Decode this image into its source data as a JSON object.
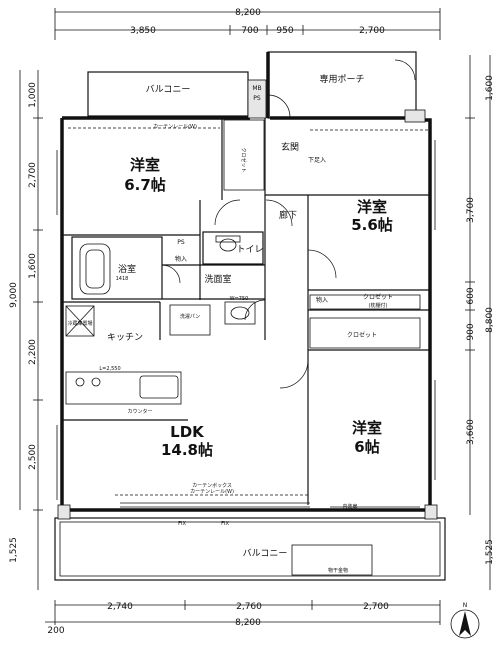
{
  "dimensions": {
    "top_total": "8,200",
    "top_segments": [
      "3,850",
      "700",
      "950",
      "2,700"
    ],
    "bottom_total": "8,200",
    "bottom_segments": [
      "2,740",
      "2,760",
      "2,700"
    ],
    "bottom_offset": "200",
    "left_total": "9,000",
    "left_segments": [
      "1,000",
      "2,700",
      "1,600",
      "2,200",
      "2,500",
      "1,525"
    ],
    "right_total": "8,800",
    "right_segments": [
      "1,600",
      "3,700",
      "600",
      "900",
      "3,600",
      "1,525"
    ]
  },
  "rooms": {
    "balcony_top": "バルコニー",
    "mb_ps": "MB\nPS",
    "private_porch": "専用ポーチ",
    "western_a_name": "洋室",
    "western_a_size": "6.7帖",
    "entrance": "玄関",
    "western_b_name": "洋室",
    "western_b_size": "5.6帖",
    "corridor": "廊下",
    "bath": "浴室",
    "bath_size": "1418",
    "toilet": "トイレ",
    "washroom": "洗面室",
    "storage": "物入",
    "kitchen": "キッチン",
    "ldk_name": "LDK",
    "ldk_size": "14.8帖",
    "western_c_name": "洋室",
    "western_c_size": "6帖",
    "closet": "クロゼット",
    "closet_shelf": "(枕棚付)",
    "balcony_bottom": "バルコニー",
    "ps": "PS",
    "ps2": "PS",
    "curtain_rail_w": "カーテンレール(W)",
    "curtain_box": "カーテンボックス",
    "curtain_rail_w2": "カーテンレール(W)",
    "shoe_closet": "下足入",
    "wash_pan": "洗濯パン",
    "fridge": "冷蔵庫置場",
    "counter": "カウンター",
    "fix": "FIX",
    "fix2": "FIX",
    "inner_door": "内装扉",
    "laundry_rack": "物干金物",
    "l_label": "L=2,550",
    "w_label": "W=750",
    "closet_wall": "(枕棚付)\nクロゼット"
  },
  "compass": {
    "label": "N"
  }
}
